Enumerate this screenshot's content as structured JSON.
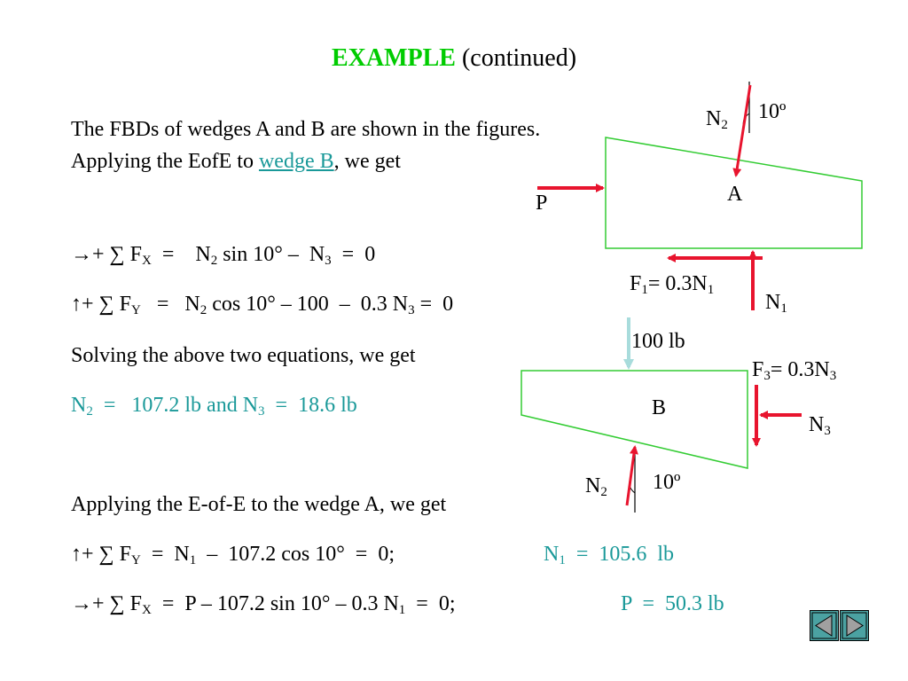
{
  "title": {
    "keyword": "EXAMPLE",
    "rest": "(continued)"
  },
  "intro": {
    "text1": "The FBDs of wedges A and B are shown in the figures.  Applying the EofE to ",
    "link": "wedge B",
    "text2": ", we get"
  },
  "eq1": {
    "lead": "→+ ∑ F",
    "sub1": "X",
    "mid": "  =    N",
    "sub2": "2",
    "mid2": " sin 10° –  N",
    "sub3": "3",
    "end": "  =  0"
  },
  "eq2": {
    "lead": "↑+ ∑ F",
    "sub1": "Y",
    "mid": "   =   N",
    "sub2": "2",
    "mid2": " cos 10° – 100  –  0.3 N",
    "sub3": "3",
    "end": " =  0"
  },
  "solve_text": "Solving the above two equations, we get",
  "result": {
    "a": "N",
    "sub1": "2",
    "b": "  =   107.2 lb and N",
    "sub2": "3",
    "c": "  =  18.6 lb"
  },
  "applying_text": "Applying the E-of-E to the wedge A, we get",
  "eq3": {
    "lead": "↑+  ∑ F",
    "sub1": "Y",
    "mid": "  =  N",
    "sub2": "1",
    "end": "  –  107.2 cos 10°  =  0;",
    "ans_a": "N",
    "ans_sub": "1",
    "ans_b": "  =  105.6  lb"
  },
  "eq4": {
    "lead": "→+  ∑ F",
    "sub1": "X",
    "mid": "  =  P – 107.2 sin 10° – 0.3 N",
    "sub2": "1",
    "end": "  =  0;",
    "ans": "P  =  50.3 lb"
  },
  "diagram": {
    "wedge_a": "A",
    "wedge_b": "B",
    "p_label": "P",
    "n2_top": {
      "a": "N",
      "sub": "2"
    },
    "angle_top": "10º",
    "f1": {
      "a": "F",
      "sub1": "1",
      "b": "= 0.3N",
      "sub2": "1"
    },
    "n1": {
      "a": "N",
      "sub": "1"
    },
    "load": "100 lb",
    "f3": {
      "a": "F",
      "sub1": "3",
      "b": "= 0.3N",
      "sub2": "3"
    },
    "n3": {
      "a": "N",
      "sub": "3"
    },
    "n2_bottom": {
      "a": "N",
      "sub": "2"
    },
    "angle_bottom": "10º"
  },
  "nav": {
    "prev_icon": "prev-triangle-icon",
    "next_icon": "next-triangle-icon"
  },
  "colors": {
    "accent_green": "#00cc00",
    "teal": "#1a9999",
    "force_red": "#e8142e",
    "wedge_green": "#33cc33",
    "load_blue": "#a8dcdc",
    "nav_bg": "#4ba2a2"
  }
}
